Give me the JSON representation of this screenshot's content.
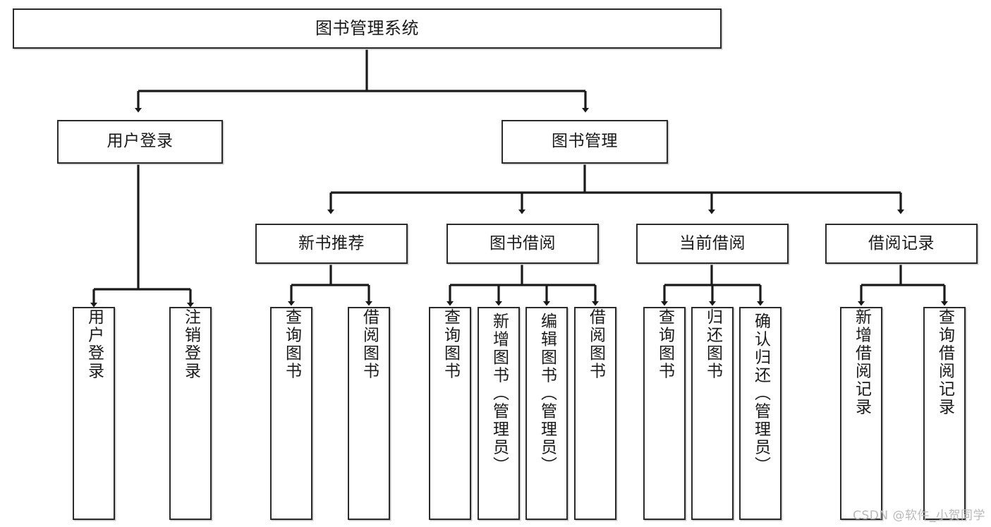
{
  "diagram": {
    "title": "图书管理系统",
    "type": "tree",
    "watermark": "CSDN @软件_小贺同学",
    "colors": {
      "box_border": "#2b2b2b",
      "box_fill": "#ffffff",
      "connector": "#1a1a1a",
      "text": "#1a1a1a",
      "watermark": "#b9b9b9",
      "shadow": "#c9c9c9"
    },
    "levels": {
      "root": "图书管理系统",
      "level1": [
        "用户登录",
        "图书管理"
      ],
      "level2": [
        "新书推荐",
        "图书借阅",
        "当前借阅",
        "借阅记录"
      ]
    },
    "nodes": {
      "root": {
        "label": "图书管理系统"
      },
      "user_login": {
        "label": "用户登录"
      },
      "book_manage": {
        "label": "图书管理"
      },
      "new_book_rec": {
        "label": "新书推荐"
      },
      "book_borrow": {
        "label": "图书借阅"
      },
      "current_borrow": {
        "label": "当前借阅"
      },
      "borrow_record": {
        "label": "借阅记录"
      },
      "leaf_user_login": {
        "label": "用户登录"
      },
      "leaf_logout": {
        "label": "注销登录"
      },
      "leaf_query_book_a": {
        "label": "查询图书"
      },
      "leaf_borrow_book_a": {
        "label": "借阅图书"
      },
      "leaf_query_book_b": {
        "label": "查询图书"
      },
      "leaf_add_book": {
        "label": "新增图书（管理员）"
      },
      "leaf_edit_book": {
        "label": "编辑图书（管理员）"
      },
      "leaf_borrow_book_b": {
        "label": "借阅图书"
      },
      "leaf_query_book_c": {
        "label": "查询图书"
      },
      "leaf_return_book": {
        "label": "归还图书"
      },
      "leaf_confirm_return": {
        "label": "确认归还（管理员）"
      },
      "leaf_add_record": {
        "label": "新增借阅记录"
      },
      "leaf_query_record": {
        "label": "查询借阅记录"
      }
    },
    "edges": [
      {
        "from": "root",
        "to": "user_login"
      },
      {
        "from": "root",
        "to": "book_manage"
      },
      {
        "from": "user_login",
        "to": "leaf_user_login"
      },
      {
        "from": "user_login",
        "to": "leaf_logout"
      },
      {
        "from": "book_manage",
        "to": "new_book_rec"
      },
      {
        "from": "book_manage",
        "to": "book_borrow"
      },
      {
        "from": "book_manage",
        "to": "current_borrow"
      },
      {
        "from": "book_manage",
        "to": "borrow_record"
      },
      {
        "from": "new_book_rec",
        "to": "leaf_query_book_a"
      },
      {
        "from": "new_book_rec",
        "to": "leaf_borrow_book_a"
      },
      {
        "from": "book_borrow",
        "to": "leaf_query_book_b"
      },
      {
        "from": "book_borrow",
        "to": "leaf_add_book"
      },
      {
        "from": "book_borrow",
        "to": "leaf_edit_book"
      },
      {
        "from": "book_borrow",
        "to": "leaf_borrow_book_b"
      },
      {
        "from": "current_borrow",
        "to": "leaf_query_book_c"
      },
      {
        "from": "current_borrow",
        "to": "leaf_return_book"
      },
      {
        "from": "current_borrow",
        "to": "leaf_confirm_return"
      },
      {
        "from": "borrow_record",
        "to": "leaf_add_record"
      },
      {
        "from": "borrow_record",
        "to": "leaf_query_record"
      }
    ]
  }
}
